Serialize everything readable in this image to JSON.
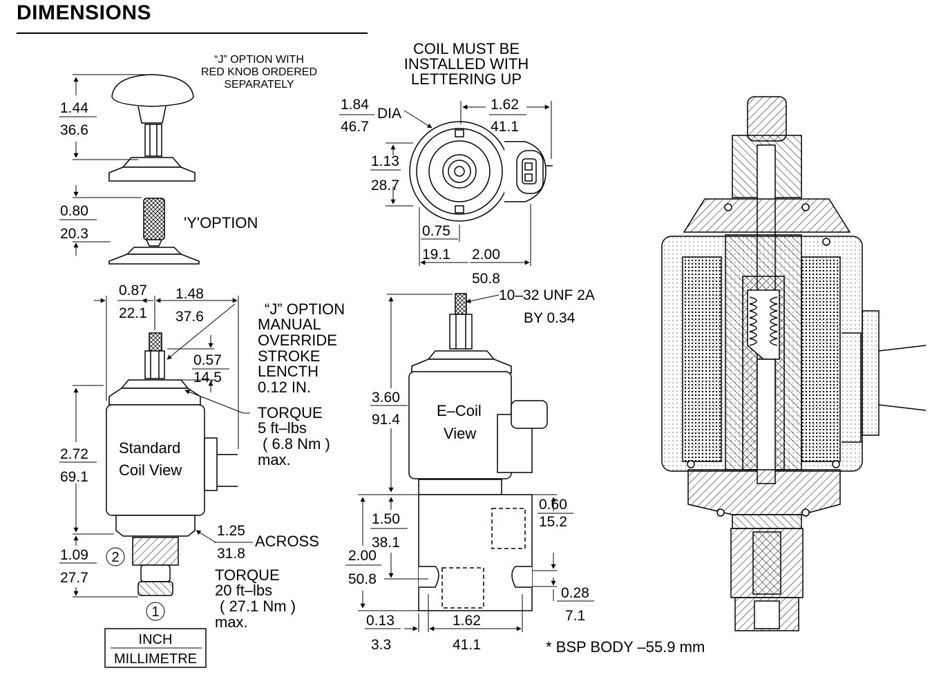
{
  "title": "DIMENSIONS",
  "knob_view": {
    "note_lines": [
      "“J” OPTION WITH",
      "RED KNOB ORDERED",
      "SEPARATELY"
    ],
    "knob_height_in": "1.44",
    "knob_height_mm": "36.6",
    "y_option_label": "'Y'OPTION",
    "y_height_in": "0.80",
    "y_height_mm": "20.3"
  },
  "top_view": {
    "note_lines": [
      "COIL MUST BE",
      "INSTALLED WITH",
      "LETTERING UP"
    ],
    "dia_in": "1.84",
    "dia_mm": "46.7",
    "dia_label": "DIA",
    "width_in": "1.62",
    "width_mm": "41.1",
    "height_in": "1.13",
    "height_mm": "28.7",
    "offset_in": "0.75",
    "offset_mm": "19.1",
    "total_in": "2.00",
    "total_mm": "50.8"
  },
  "standard_view": {
    "left_in": "0.87",
    "left_mm": "22.1",
    "right_in": "1.48",
    "right_mm": "37.6",
    "override_lines": [
      "“J” OPTION",
      "MANUAL",
      "OVERRIDE",
      "STROKE",
      "LENCTH",
      "0.12 IN."
    ],
    "stroke_in": "0.57",
    "stroke_mm": "14.5",
    "torque_top_lines": [
      "TORQUE",
      "5 ft–lbs",
      "( 6.8 Nm )",
      "max."
    ],
    "coil_label_lines": [
      "Standard",
      "Coil View"
    ],
    "coil_height_in": "2.72",
    "coil_height_mm": "69.1",
    "hex_in": "1.25",
    "hex_mm": "31.8",
    "hex_label": "ACROSS",
    "cart_in": "1.09",
    "cart_mm": "27.7",
    "port2": "2",
    "port1": "1",
    "torque_bottom_lines": [
      "TORQUE",
      "20 ft–lbs",
      "( 27.1 Nm )",
      "max."
    ],
    "units_in": "INCH",
    "units_mm": "MILLIMETRE"
  },
  "ecoil_view": {
    "thread_lines": [
      "10–32 UNF 2A",
      "BY 0.34"
    ],
    "coil_label_lines": [
      "E–Coil",
      "View"
    ],
    "height_in": "3.60",
    "height_mm": "91.4",
    "body_h_in": "1.50",
    "body_h_mm": "38.1",
    "body_total_in": "2.00",
    "body_total_mm": "50.8",
    "port_in": "0.60",
    "port_mm": "15.2",
    "mount_in": "0.28",
    "mount_mm": "7.1",
    "edge_in": "0.13",
    "edge_mm": "3.3",
    "holes_in": "1.62",
    "holes_mm": "41.1",
    "bsp_note": "* BSP BODY –55.9 mm"
  }
}
